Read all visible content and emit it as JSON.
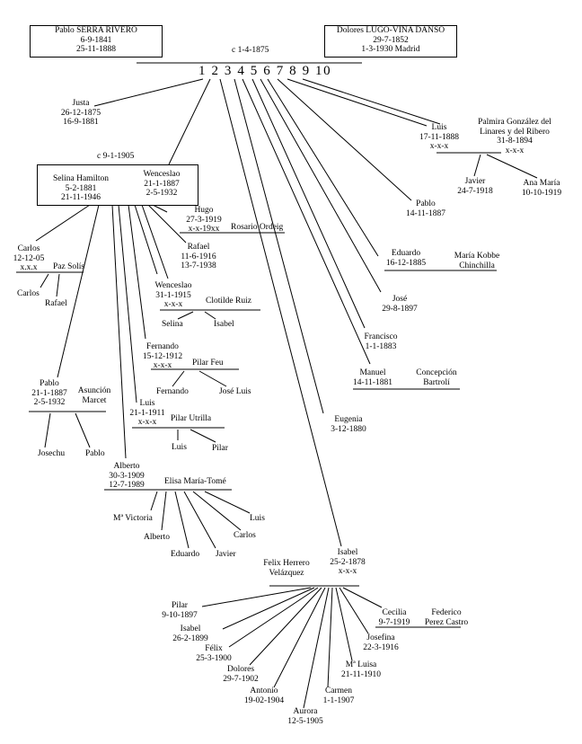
{
  "top": {
    "father": {
      "name": "Pablo SERRA RIVERO",
      "born": "6-9-1841",
      "died": "25-11-1888"
    },
    "mother": {
      "name": "Dolores LUGO-VIÑA DANSO",
      "born": "29-7-1852",
      "died": "1-3-1930 Madrid"
    },
    "marriage": "c 1-4-1875",
    "children_numbers": "1 2 3 4 5 6 7 8 9 10"
  },
  "justa": [
    "Justa",
    "26-12-1875",
    "16-9-1881"
  ],
  "luis_main": [
    "Luis",
    "17-11-1888",
    "x-x-x"
  ],
  "palmira": [
    "Palmira González del",
    "Linares y del Ribero",
    "31-8-1894",
    "x-x-x"
  ],
  "javier_l": [
    "Javier",
    "24-7-1918"
  ],
  "anamaria": [
    "Ana María",
    "10-10-1919"
  ],
  "pablo_b": [
    "Pablo",
    "14-11-1887"
  ],
  "eduardo_b": [
    "Eduardo",
    "16-12-1885"
  ],
  "maria_kobbe": [
    "María Kobbe",
    "Chinchilla"
  ],
  "jose": [
    "José",
    "29-8-1897"
  ],
  "francisco": [
    "Francisco",
    "1-1-1883"
  ],
  "manuel": [
    "Manuel",
    "14-11-1881"
  ],
  "concepcion": [
    "Concepción",
    "Bartrolí"
  ],
  "eugenia": [
    "Eugenia",
    "3-12-1880"
  ],
  "wenc_marriage": "c 9-1-1905",
  "selina_h": [
    "Selina Hamilton",
    "5-2-1881",
    "21-11-1946"
  ],
  "wenceslao": [
    "Wenceslao",
    "21-1-1887",
    "2-5-1932"
  ],
  "hugo": [
    "Hugo",
    "27-3-1919",
    "x-x-19xx"
  ],
  "rosario": "Rosario Ordeig",
  "rafael_w": [
    "Rafael",
    "11-6-1916",
    "13-7-1938"
  ],
  "wenc_jr": [
    "Wenceslao",
    "31-1-1915",
    "x-x-x"
  ],
  "clotilde": "Clotilde Ruiz",
  "selina2": "Selina",
  "isabel_w": "Isabel",
  "carlos_w": [
    "Carlos",
    "12-12-05",
    "x.x.x"
  ],
  "paz": "Paz Solís",
  "carlos2": "Carlos",
  "rafael2": "Rafael",
  "fernando_w": [
    "Fernando",
    "15-12-1912",
    "x-x-x"
  ],
  "pilar_feu": "Pilar Feu",
  "fernando2": "Fernando",
  "joseluis": "José Luis",
  "pablo_w": [
    "Pablo",
    "21-1-1887",
    "2-5-1932"
  ],
  "asuncion": [
    "Asunción",
    "Marcet"
  ],
  "josechu": "Josechu",
  "pablo2": "Pablo",
  "luis_w": [
    "Luis",
    "21-1-1911",
    "x-x-x"
  ],
  "pilar_u": "Pilar Utrilla",
  "luis2": "Luis",
  "pilar2": "Pilar",
  "alberto_w": [
    "Alberto",
    "30-3-1909",
    "12-7-1989"
  ],
  "elisa": "Elisa María-Tomé",
  "mvictoria": "Mª Victoria",
  "alberto2": "Alberto",
  "eduardo2": "Eduardo",
  "javier2": "Javier",
  "carlos3": "Carlos",
  "luis3": "Luis",
  "felix_h": [
    "Felix Herrero",
    "Velázquez"
  ],
  "isabel_b": [
    "Isabel",
    "25-2-1878",
    "x-x-x"
  ],
  "cecilia": [
    "Cecilia",
    "9-7-1919"
  ],
  "federico": [
    "Federico",
    "Perez Castro"
  ],
  "pilar_i": [
    "Pilar",
    "9-10-1897"
  ],
  "isabel_i": [
    "Isabel",
    "26-2-1899"
  ],
  "felix_i": [
    "Félix",
    "25-3-1900"
  ],
  "dolores_i": [
    "Dolores",
    "29-7-1902"
  ],
  "antonio_i": [
    "Antonio",
    "19-02-1904"
  ],
  "aurora_i": [
    "Aurora",
    "12-5-1905"
  ],
  "carmen_i": [
    "Carmen",
    "1-1-1907"
  ],
  "mluisa_i": [
    "Mª Luisa",
    "21-11-1910"
  ],
  "josefina_i": [
    "Josefina",
    "22-3-1916"
  ]
}
